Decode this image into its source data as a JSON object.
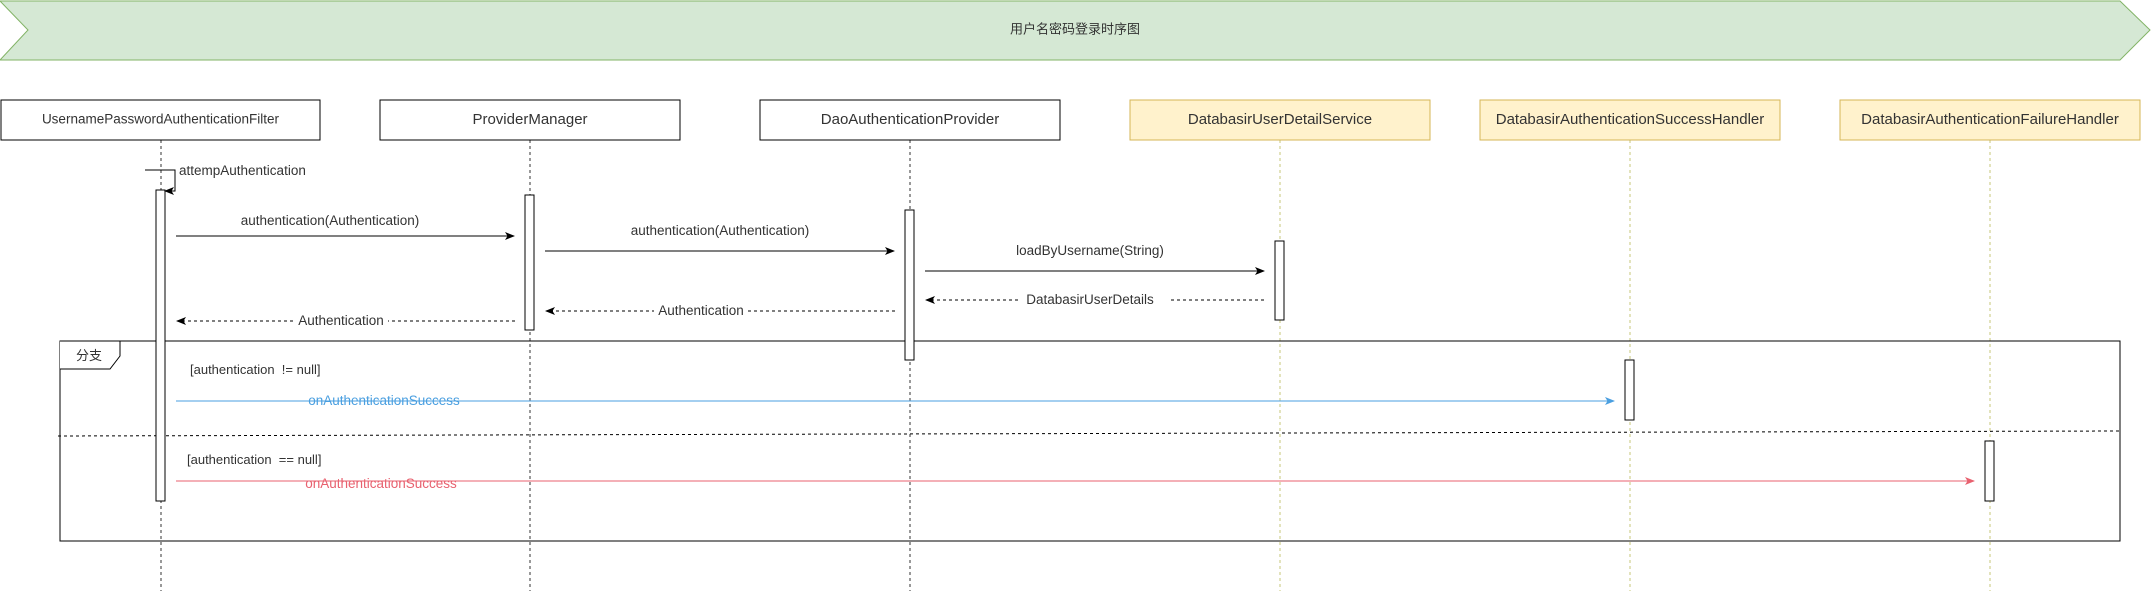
{
  "banner": {
    "title": "用户名密码登录时序图"
  },
  "participants": [
    {
      "id": "filter",
      "label": "UsernamePasswordAuthenticationFilter",
      "style": "plain"
    },
    {
      "id": "manager",
      "label": "ProviderManager",
      "style": "plain"
    },
    {
      "id": "dao",
      "label": "DaoAuthenticationProvider",
      "style": "plain"
    },
    {
      "id": "uds",
      "label": "DatabasirUserDetailService",
      "style": "highlight"
    },
    {
      "id": "success",
      "label": "DatabasirAuthenticationSuccessHandler",
      "style": "highlight"
    },
    {
      "id": "failure",
      "label": "DatabasirAuthenticationFailureHandler",
      "style": "highlight"
    }
  ],
  "messages": [
    {
      "from": "filter",
      "to": "filter",
      "label": "attempAuthentication",
      "kind": "self"
    },
    {
      "from": "filter",
      "to": "manager",
      "label": "authentication(Authentication)",
      "kind": "call"
    },
    {
      "from": "manager",
      "to": "dao",
      "label": "authentication(Authentication)",
      "kind": "call"
    },
    {
      "from": "dao",
      "to": "uds",
      "label": "loadByUsername(String)",
      "kind": "call"
    },
    {
      "from": "uds",
      "to": "dao",
      "label": "DatabasirUserDetails",
      "kind": "return"
    },
    {
      "from": "dao",
      "to": "manager",
      "label": "Authentication",
      "kind": "return"
    },
    {
      "from": "manager",
      "to": "filter",
      "label": "Authentication",
      "kind": "return"
    },
    {
      "from": "filter",
      "to": "success",
      "label": "onAuthenticationSuccess",
      "kind": "call",
      "color": "#4a9fe0"
    },
    {
      "from": "filter",
      "to": "failure",
      "label": "onAuthenticationSuccess",
      "kind": "call",
      "color": "#e8616f"
    }
  ],
  "fragment": {
    "label": "分支",
    "guards": [
      "[authentication  != null]",
      "[authentication  == null]"
    ]
  },
  "colors": {
    "banner_fill": "#d5e8d4",
    "banner_stroke": "#82b366",
    "highlight_fill": "#fff2cc",
    "highlight_stroke": "#d6b656",
    "highlight_lifeline": "#c7c77a",
    "success_arrow": "#4a9fe0",
    "failure_arrow": "#e8616f"
  }
}
